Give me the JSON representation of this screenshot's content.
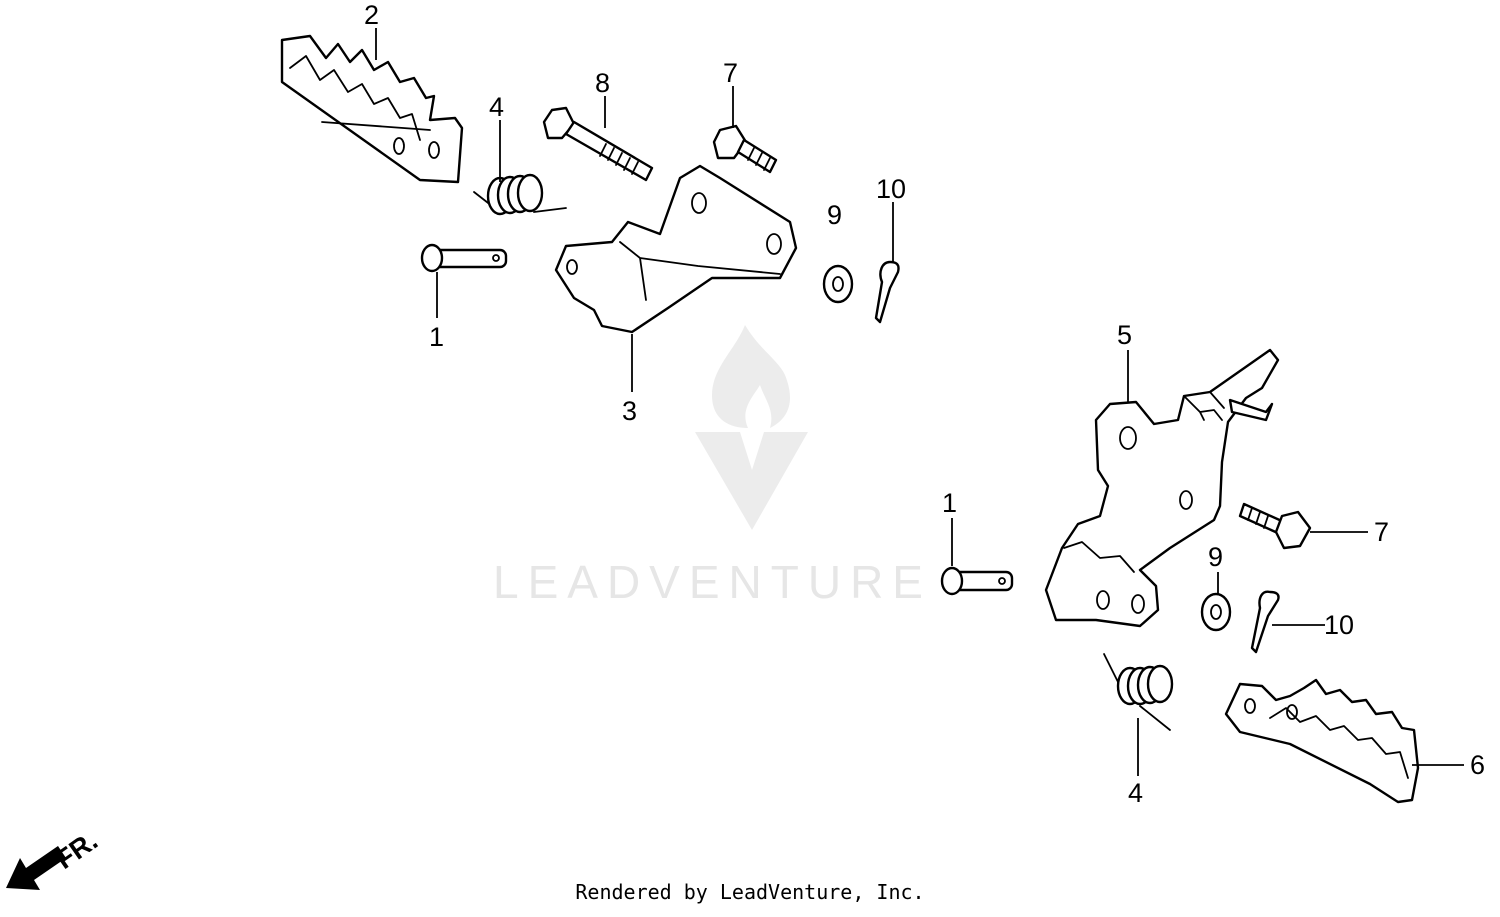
{
  "diagram": {
    "callouts_left": {
      "c1": "1",
      "c2": "2",
      "c3": "3",
      "c4": "4",
      "c7": "7",
      "c8": "8",
      "c9": "9",
      "c10": "10"
    },
    "callouts_right": {
      "c1": "1",
      "c4": "4",
      "c5": "5",
      "c6": "6",
      "c7": "7",
      "c9": "9",
      "c10": "10"
    },
    "direction_label": "FR.",
    "watermark": "LEADVENTURE",
    "footer": "Rendered by LeadVenture, Inc."
  }
}
